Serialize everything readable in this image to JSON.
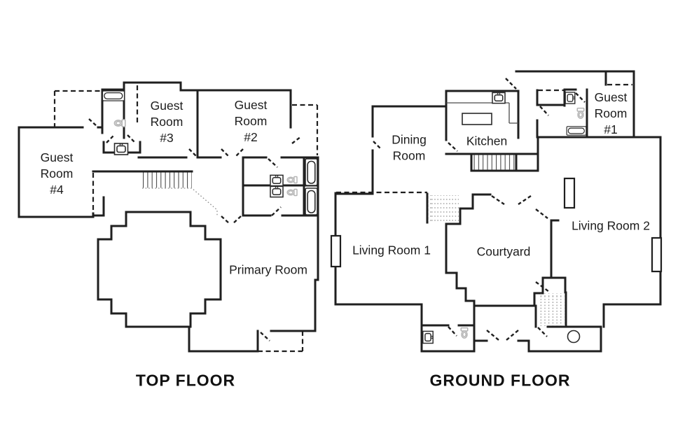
{
  "page": {
    "background": "#ffffff"
  },
  "colors": {
    "wall": "#1f1f1f",
    "fixture": "#2a2a2a",
    "fixture-muted": "#b4b4b4",
    "text": "#1c1c1c"
  },
  "floors": [
    {
      "id": "top-floor",
      "title": "TOP FLOOR",
      "rooms": [
        {
          "id": "guest-room-4",
          "label": "Guest Room #4"
        },
        {
          "id": "guest-room-3",
          "label": "Guest Room #3"
        },
        {
          "id": "guest-room-2",
          "label": "Guest Room #2"
        },
        {
          "id": "primary-room",
          "label": "Primary Room"
        }
      ]
    },
    {
      "id": "ground-floor",
      "title": "GROUND FLOOR",
      "rooms": [
        {
          "id": "dining-room",
          "label": "Dining Room"
        },
        {
          "id": "kitchen",
          "label": "Kitchen"
        },
        {
          "id": "guest-room-1",
          "label": "Guest Room #1"
        },
        {
          "id": "living-room-1",
          "label": "Living Room 1"
        },
        {
          "id": "courtyard",
          "label": "Courtyard"
        },
        {
          "id": "living-room-2",
          "label": "Living Room 2"
        }
      ]
    }
  ],
  "icons": {
    "bathtub": "rounded-rect-outline",
    "toilet": "oval-with-tank",
    "sink": "square-basin",
    "washer": "circle",
    "stairs": "parallel-tick-lines",
    "door": "dashed-swing-line",
    "window-fireplace": "wall-rectangle"
  }
}
